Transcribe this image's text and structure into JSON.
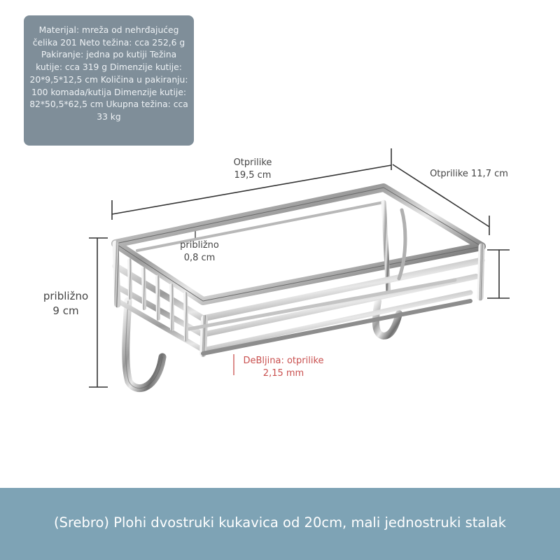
{
  "spec_box": {
    "text": "Materijal: mreža od nehrđajućeg čelika 201 Neto težina: cca 252,6 g Pakiranje: jedna po kutiji Težina kutije: cca 319 g Dimenzije kutije: 20*9,5*12,5 cm Količina u pakiranju: 100 komada/kutija Dimenzije kutije: 82*50,5*62,5 cm Ukupna težina: cca 33 kg"
  },
  "dimensions": {
    "width_line1": "Otprilike",
    "width_line2": "19,5 cm",
    "depth": "Otprilike 11,7 cm",
    "height_line1": "približno",
    "height_line2": "9 cm",
    "wire_line1": "približno",
    "wire_line2": "0,8 cm",
    "thickness_line1": "DeBljina: otprilike",
    "thickness_line2": "2,15 mm"
  },
  "colors": {
    "spec_bg": "#7f8e99",
    "banner_bg": "#7ea3b5",
    "thickness_accent": "#c9504f"
  },
  "banner": {
    "caption": "(Srebro) Plohi dvostruki kukavica od 20cm, mali jednostruki stalak"
  }
}
